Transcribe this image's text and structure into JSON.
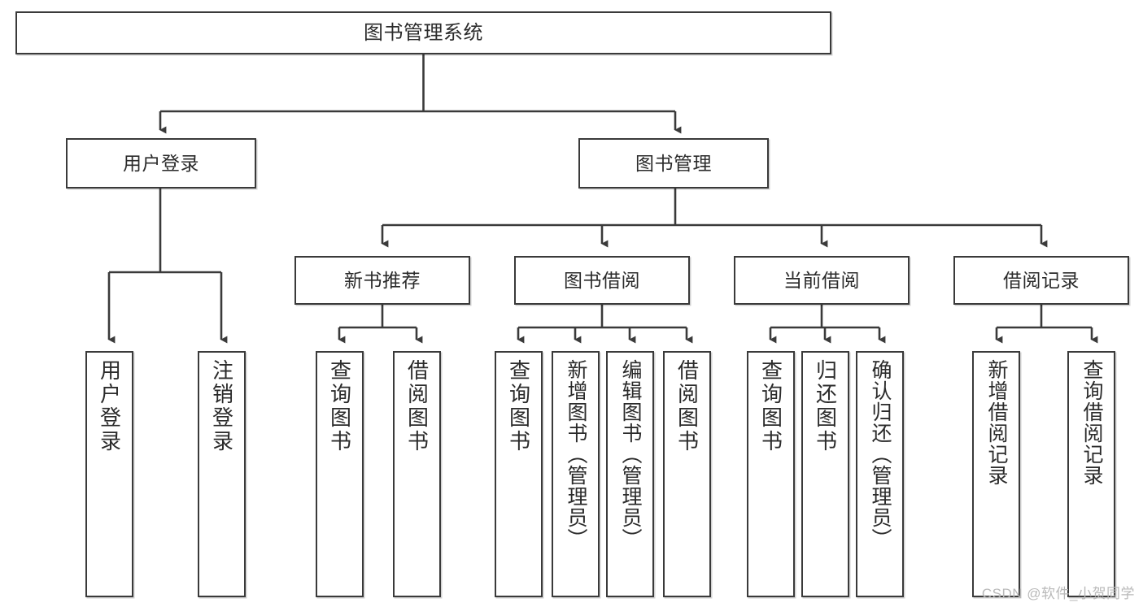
{
  "diagram": {
    "title": "图书管理系统",
    "type": "tree-hierarchy-chart",
    "colors": {
      "box_border": "#3a3a3a",
      "box_fill": "#ffffff",
      "connector": "#3a3a3a",
      "text": "#2b2b2b",
      "watermark": "#b9b9b9",
      "background": "#ffffff"
    },
    "root": {
      "label": "图书管理系统"
    },
    "level2": [
      {
        "label": "用户登录"
      },
      {
        "label": "图书管理"
      }
    ],
    "level3": [
      {
        "label": "新书推荐"
      },
      {
        "label": "图书借阅"
      },
      {
        "label": "当前借阅"
      },
      {
        "label": "借阅记录"
      }
    ],
    "leaves": {
      "user_login": [
        {
          "label": "用户登录"
        },
        {
          "label": "注销登录"
        }
      ],
      "new_book_recommend": [
        {
          "label": "查询图书"
        },
        {
          "label": "借阅图书"
        }
      ],
      "book_borrow": [
        {
          "label": "查询图书"
        },
        {
          "label": "新增图书（管理员）"
        },
        {
          "label": "编辑图书（管理员）"
        },
        {
          "label": "借阅图书"
        }
      ],
      "current_borrow": [
        {
          "label": "查询图书"
        },
        {
          "label": "归还图书"
        },
        {
          "label": "确认归还（管理员）"
        }
      ],
      "borrow_record": [
        {
          "label": "新增借阅记录"
        },
        {
          "label": "查询借阅记录"
        }
      ]
    }
  },
  "watermark": {
    "text": "CSDN @软件_小贺同学"
  }
}
